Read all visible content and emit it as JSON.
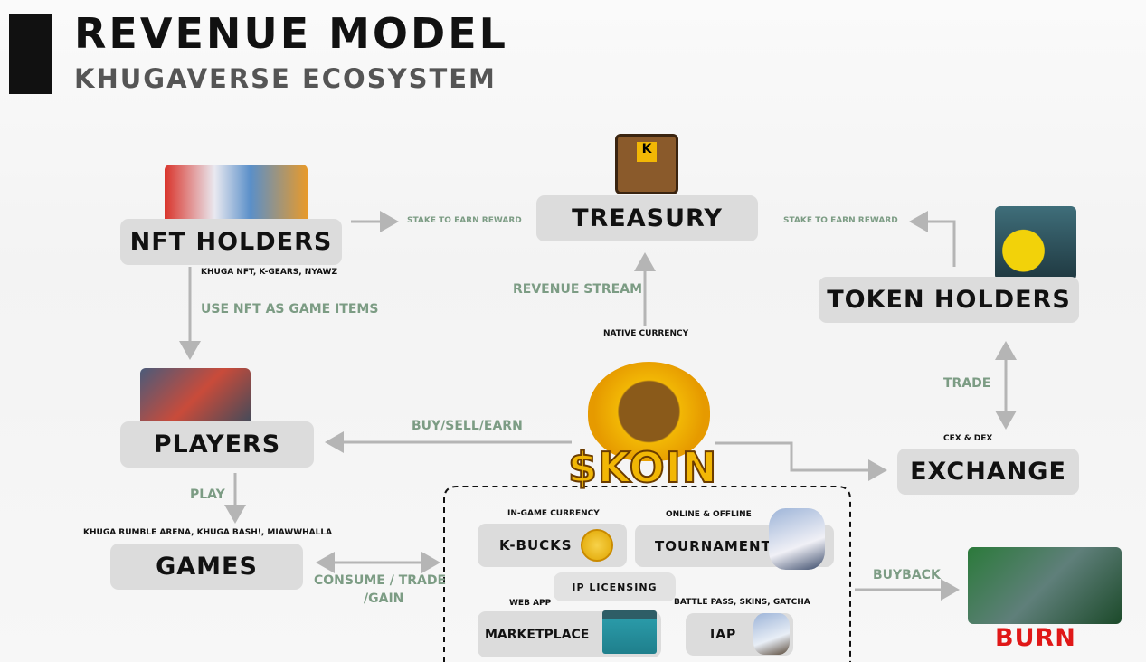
{
  "header": {
    "title": "REVENUE MODEL",
    "subtitle": "KHUGAVERSE ECOSYSTEM"
  },
  "nodes": {
    "nft_holders": {
      "label": "NFT HOLDERS",
      "caption": "KHUGA NFT, K-GEARS, NYAWZ"
    },
    "treasury": {
      "label": "TREASURY"
    },
    "token_holders": {
      "label": "TOKEN HOLDERS"
    },
    "players": {
      "label": "PLAYERS"
    },
    "games": {
      "label": "GAMES",
      "caption": "KHUGA RUMBLE ARENA, KHUGA BASH!, MIAWWHALLA"
    },
    "exchange": {
      "label": "EXCHANGE",
      "caption": "CEX & DEX"
    },
    "koin": {
      "label": "$KOIN"
    },
    "burn": {
      "label": "BURN"
    }
  },
  "edges": {
    "stake_left": "STAKE TO EARN REWARD",
    "stake_right": "STAKE TO EARN REWARD",
    "revenue_stream": "REVENUE STREAM",
    "native_currency": "NATIVE CURRENCY",
    "use_nft": "USE NFT AS GAME ITEMS",
    "buy_sell": "BUY/SELL/EARN",
    "trade": "TRADE",
    "play": "PLAY",
    "consume_1": "CONSUME / TRADE",
    "consume_2": "/GAIN",
    "buyback": "BUYBACK"
  },
  "utilities": {
    "kbucks": {
      "label": "K-BUCKS",
      "caption": "IN-GAME CURRENCY"
    },
    "tournament": {
      "label": "TOURNAMENT",
      "caption": "ONLINE & OFFLINE"
    },
    "ip": {
      "label": "IP LICENSING"
    },
    "marketplace": {
      "label": "MARKETPLACE",
      "caption": "WEB APP"
    },
    "iap": {
      "label": "IAP",
      "caption": "BATTLE PASS, SKINS, GATCHA"
    }
  },
  "colors": {
    "accent": "#7c9c84",
    "box": "#dcdcdc",
    "burn": "#e01818",
    "coin": "#f2b705"
  }
}
